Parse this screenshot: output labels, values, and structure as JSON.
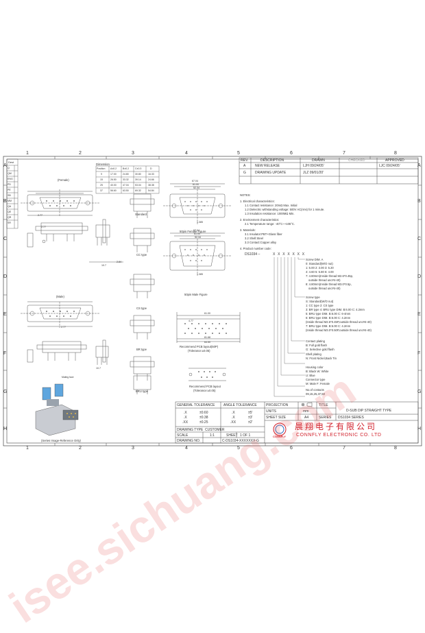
{
  "zones": {
    "cols": [
      "1",
      "2",
      "3",
      "4",
      "5",
      "6",
      "7",
      "8"
    ],
    "rows": [
      "A",
      "B",
      "C",
      "D",
      "E",
      "F",
      "G",
      "H"
    ]
  },
  "side_table": {
    "header": "Dest",
    "rows": [
      "Q",
      "QM",
      "ENG",
      "PD",
      "PE",
      "SB",
      "MM",
      "QA",
      "QE",
      "QR",
      "SR"
    ]
  },
  "revision": {
    "headers": [
      "REV.",
      "DESCRIPTION",
      "DRAWN",
      "CHECKED",
      "APPROVED"
    ],
    "rows": [
      [
        "A",
        "NEW RELEASE",
        "LJH  09/24/05'",
        "",
        "LJC  09/24/05'"
      ],
      [
        "G",
        "DRAWING UPDATE",
        "JLZ  09/01/20'",
        "",
        ""
      ]
    ]
  },
  "dimension_table": {
    "title": "Dimension",
    "headers": [
      "Position",
      "A±0.2",
      "B±0.2",
      "C±0.3",
      "D"
    ],
    "rows": [
      [
        "9",
        "17.00",
        "24.80",
        "30.80",
        "16.33"
      ],
      [
        "15",
        "26.50",
        "33.32",
        "39.14",
        "24.66"
      ],
      [
        "25",
        "40.00",
        "47.04",
        "53.04",
        "38.38"
      ],
      [
        "37",
        "56.60",
        "63.50",
        "69.32",
        "54.84"
      ]
    ]
  },
  "labels": {
    "female": "(Female)",
    "male": "(Male)",
    "standard": "Standard",
    "cc_type": "CC type",
    "cs_type": "CS type",
    "br_type": "BR type",
    "bru_type": "BRU type",
    "fifty_pin_female": "50pin Female Figure",
    "fifty_pin_male": "50pin Male Figure",
    "recommend_pcb_50p": "Recommend PCB layout(50P)",
    "tolerance_1": "(Tolerance:±0.05)",
    "recommend_pcb": "Recommend PCB layout",
    "tolerance_2": "(Tolerance:±0.05)",
    "series_image": "(Series Image-Reference Only)",
    "mating_face": "Mating face"
  },
  "dims": {
    "d_2_77a": "2.77",
    "d_2_77b": "2.77",
    "d_2_77c": "2.77",
    "d_2_84": "2.84",
    "d_10_7a": "10.7",
    "d_10_7b": "10.7",
    "d_67_04a": "67.04",
    "d_61_00a": "61.00",
    "d_52_34a": "52.34",
    "d_67_04b": "67.04",
    "d_61_00b": "61.00",
    "d_52_34b": "52.34",
    "d_1_385a": "1.385",
    "d_1_385b": "1.385",
    "d_4_77": "4.77",
    "d_61_00c": "61.00",
    "d_81_68": "81.68",
    "d_64_50": "64.50"
  },
  "notes": {
    "title": "NOTES:",
    "lines": [
      "1. Electrical characteristics:",
      "1.1 Contact resistance: 20mΩ Max. Initial",
      "1.2 Dielectric withstanding voltage: 500V AC(rms) for 1 minute.",
      "1.3 Insulation resistance: 1000MΩ Min.",
      "2. Environment characteristics:",
      "2.1 Temperature range: -40°C~+105°C.",
      "3. Materials:",
      "3.1 Insulator:PBT+Glass fiber",
      "3.2 Shell:Steel",
      "3.3 Contact:Copper alloy",
      "4. Product number code:"
    ]
  },
  "part_code": {
    "prefix": "DS1034 –",
    "positions": "X X X X X X X"
  },
  "code_legend": [
    "Screw DIM. A",
    "0: Standard(W/O nut)",
    "1: 5.00  2: 3.00  3: 5.20",
    "4: 4.60  5: 5.80  6: 4.00",
    "7: 4.80mm(Inside thread M2.6*0.45p,",
    "outside thread unc#4-40)",
    "8: 4.80mm(Inside thread M3.0*0.5p,",
    "outside thread unc#4-40)",
    "Screw type",
    "S: Standard(W/O nut)",
    "1: CC type   2: CS type",
    "3: BR type  4: BRU type DIM. B:6.00 C: 4.2mm",
    "5: BRU type DIM. B:6.00 C: 6-4mm",
    "6: BRU type DIM. B:6.00 C: 4.2mm",
    "(Inside thread M2.6*0.45P,outside thread unc#4-40)",
    "7: BRU type DIM. B:6.00 C: 4.2mm",
    "(Inside thread M3.0*0.50P,outside thread unc#4-40)",
    "Contact plating",
    "B: Full gold flash",
    "G: Selective gold flash",
    "Shell plating",
    "N: Front Nickel,Back Tin",
    "Housing color",
    "B: Black  W: White",
    "U: Blue",
    "Connector type",
    "M: Male  F: Female",
    "No.of contacts",
    "09,15,25,37,50"
  ],
  "title_block": {
    "general_tolerance": "GENERAL TOLERANCE",
    "angle_tolerance": "ANGLE TOLERANCE",
    "tol_rows": [
      [
        ".X",
        "±0.60",
        ".X",
        "±5'"
      ],
      [
        ".X",
        "±0.38",
        ".X",
        "±3'"
      ],
      [
        ".XX",
        "±0.25",
        ".XX",
        "±2'"
      ]
    ],
    "projection": "PROJECTION",
    "units": "UNITS",
    "units_val": "mm",
    "sheet_size": "SHEET SIZE",
    "sheet_size_val": "A4",
    "series": "SERIES",
    "series_val": "DS1034 SERIES",
    "title_label": "TITLE",
    "title_val": "D-SUB DIP STRAIGHT TYPE",
    "drawing_type": "DRAWING TYPE",
    "customer": "CUSTOMER",
    "scale": "SCALE",
    "scale_val": "1:1",
    "sheet": "SHEET",
    "sheet_val": "1  OF  1",
    "drawing_no": "DRAWING NO.",
    "drawing_no_val": "C-DS1034-XXXXXXX-G",
    "company_cn": "晨翔电子有限公司",
    "company_en": "CONNFLY ELECTRONIC CO. LTD",
    "logo_text": "CONNFLY"
  },
  "watermark": {
    "text": "isee.sichuang.com"
  },
  "colors": {
    "brand_red": "#d11f2a",
    "line": "#444444",
    "watermark": "#e65050"
  }
}
